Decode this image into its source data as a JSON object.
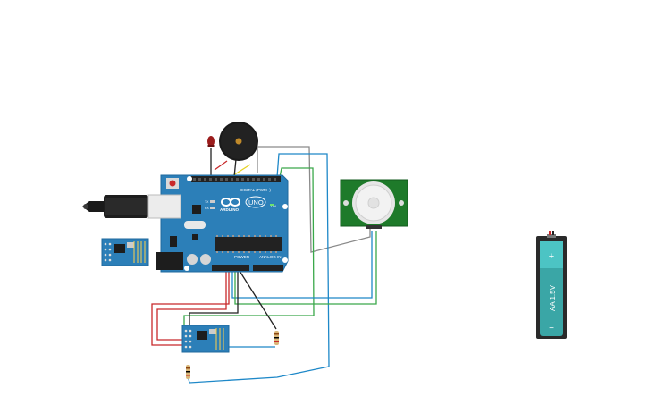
{
  "canvas": {
    "background": "#ffffff"
  },
  "arduino": {
    "brand": "ARDUINO",
    "model": "UNO",
    "digital_label": "DIGITAL (PWM~)",
    "power_label": "POWER",
    "analog_label": "ANALOG IN",
    "on_label": "ON",
    "tx_label": "TX",
    "rx_label": "RX",
    "board_color": "#2c7fb8",
    "logo_icon": "infinity-icon"
  },
  "battery": {
    "label": "AA 1.5V",
    "plus": "+",
    "minus": "−",
    "color": "#3aa6a6"
  },
  "components": {
    "buzzer": "piezo-buzzer",
    "led": "red-led",
    "pir": "pir-motion-sensor",
    "esp_top": "esp8266-module",
    "esp_bottom": "esp8266-module",
    "usb": "usb-cable",
    "resistor_1": "resistor",
    "resistor_2": "resistor"
  },
  "wire_colors": {
    "red": "#c8282a",
    "black": "#222222",
    "green": "#3aa84a",
    "blue": "#1e88c8",
    "gray": "#8a8a8a",
    "yellow": "#e6d21e"
  }
}
